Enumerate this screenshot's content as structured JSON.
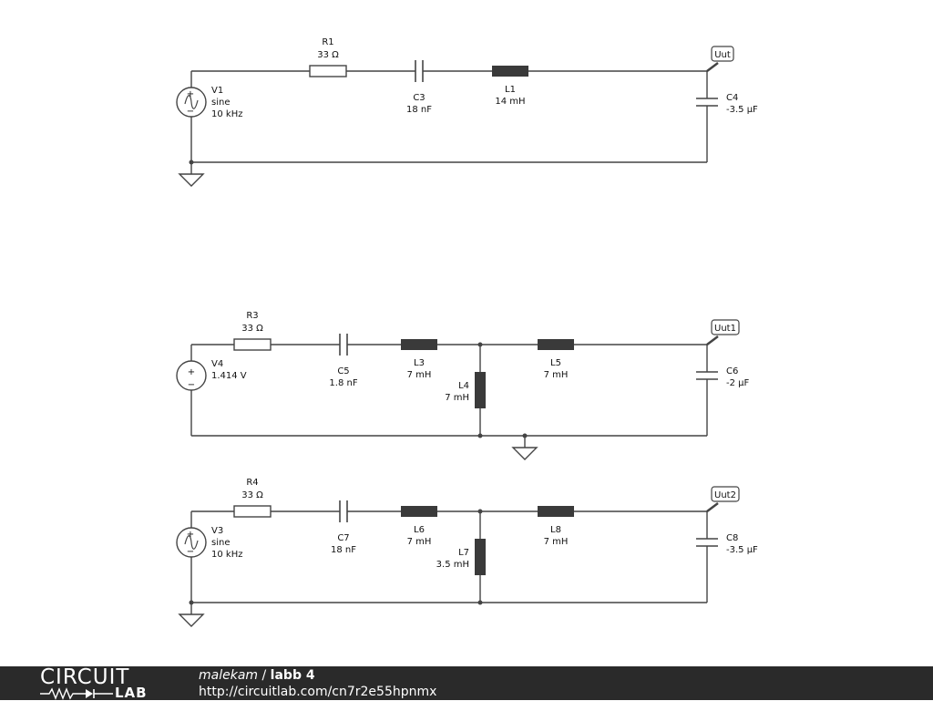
{
  "circuits": [
    {
      "source": {
        "name": "V1",
        "kind": "ac",
        "line2": "sine",
        "line3": "10 kHz"
      },
      "r": {
        "name": "R1",
        "value": "33 Ω"
      },
      "c_series": {
        "name": "C3",
        "value": "18 nF"
      },
      "l_series": {
        "name": "L1",
        "value": "14 mH"
      },
      "c_out": {
        "name": "C4",
        "value": "-3.5 µF"
      },
      "probe": "Uut"
    },
    {
      "source": {
        "name": "V4",
        "kind": "dc",
        "line2": "1.414 V",
        "line3": ""
      },
      "r": {
        "name": "R3",
        "value": "33 Ω"
      },
      "c_series": {
        "name": "C5",
        "value": "1.8 nF"
      },
      "l_series": {
        "name": "L3",
        "value": "7 mH"
      },
      "l_shunt": {
        "name": "L4",
        "value": "7 mH"
      },
      "l_series2": {
        "name": "L5",
        "value": "7 mH"
      },
      "c_out": {
        "name": "C6",
        "value": "-2 µF"
      },
      "probe": "Uut1"
    },
    {
      "source": {
        "name": "V3",
        "kind": "ac",
        "line2": "sine",
        "line3": "10 kHz"
      },
      "r": {
        "name": "R4",
        "value": "33 Ω"
      },
      "c_series": {
        "name": "C7",
        "value": "18 nF"
      },
      "l_series": {
        "name": "L6",
        "value": "7 mH"
      },
      "l_shunt": {
        "name": "L7",
        "value": "3.5 mH"
      },
      "l_series2": {
        "name": "L8",
        "value": "7 mH"
      },
      "c_out": {
        "name": "C8",
        "value": "-3.5 µF"
      },
      "probe": "Uut2"
    }
  ],
  "footer": {
    "logo_top": "CIRCUIT",
    "logo_bottom": "LAB",
    "user": "malekam",
    "separator": " / ",
    "title": "labb 4",
    "url": "http://circuitlab.com/cn7r2e55hpnmx"
  }
}
